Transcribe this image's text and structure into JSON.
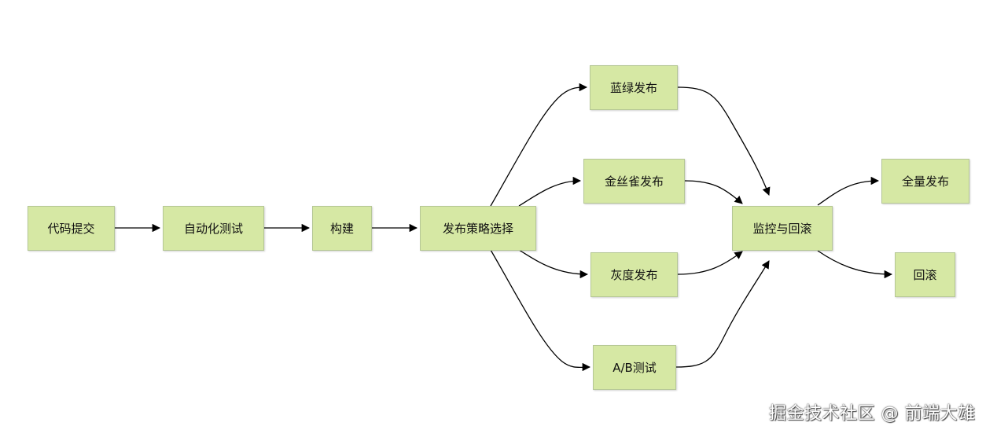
{
  "colors": {
    "node_fill": "#d6e8a4",
    "edge": "#000000"
  },
  "nodes": {
    "commit": "代码提交",
    "autotest": "自动化测试",
    "build": "构建",
    "strategy": "发布策略选择",
    "bluegreen": "蓝绿发布",
    "canary": "金丝雀发布",
    "gray": "灰度发布",
    "abtest": "A/B测试",
    "monitor": "监控与回滚",
    "full": "全量发布",
    "rollback": "回滚"
  },
  "watermark": "掘金技术社区 @ 前端大雄"
}
